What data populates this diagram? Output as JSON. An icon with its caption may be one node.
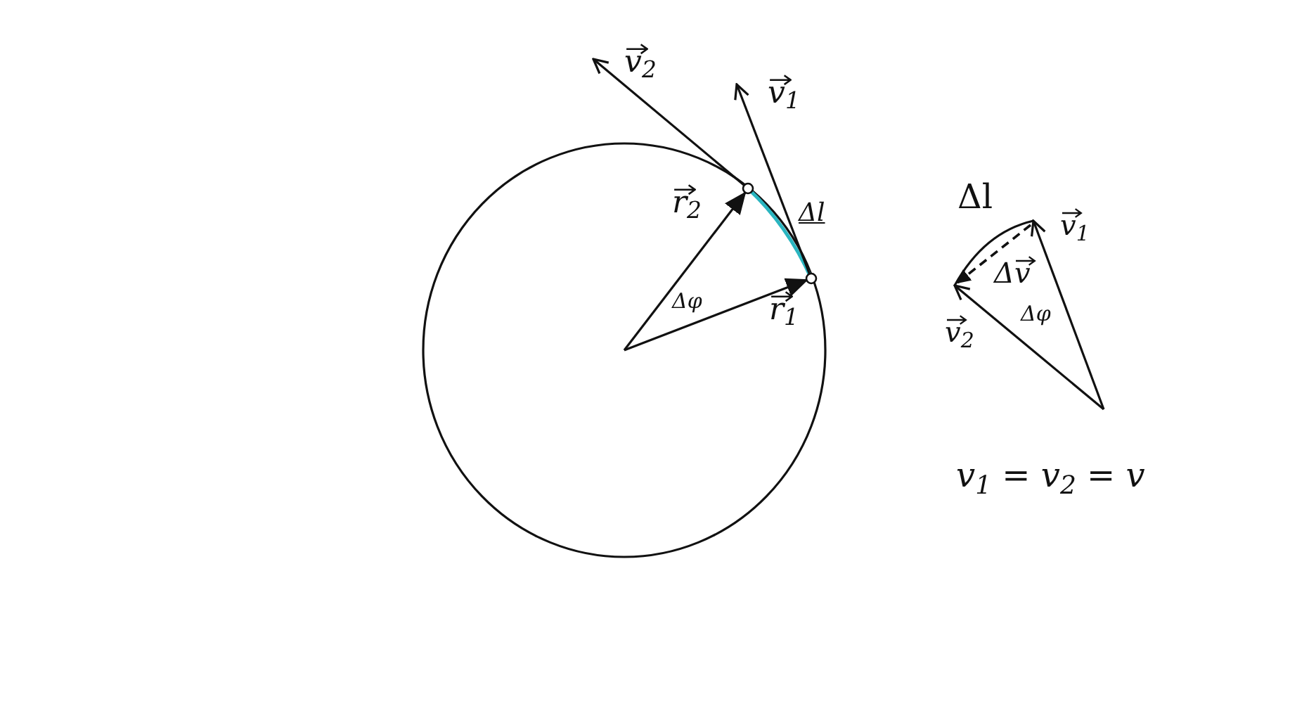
{
  "diagram": {
    "labels": [
      "v⃗$_{2}$",
      "v⃗$_{1}$",
      "r⃗$_{2}$",
      "Δl",
      "Δφ",
      "r⃗$_{1}$",
      "Δl",
      "v⃗$_{1}$",
      "Δv⃗",
      "Δφ",
      "v⃗$_{2}$",
      "v$_{1}$ = v$_{2}$ = v"
    ]
  }
}
